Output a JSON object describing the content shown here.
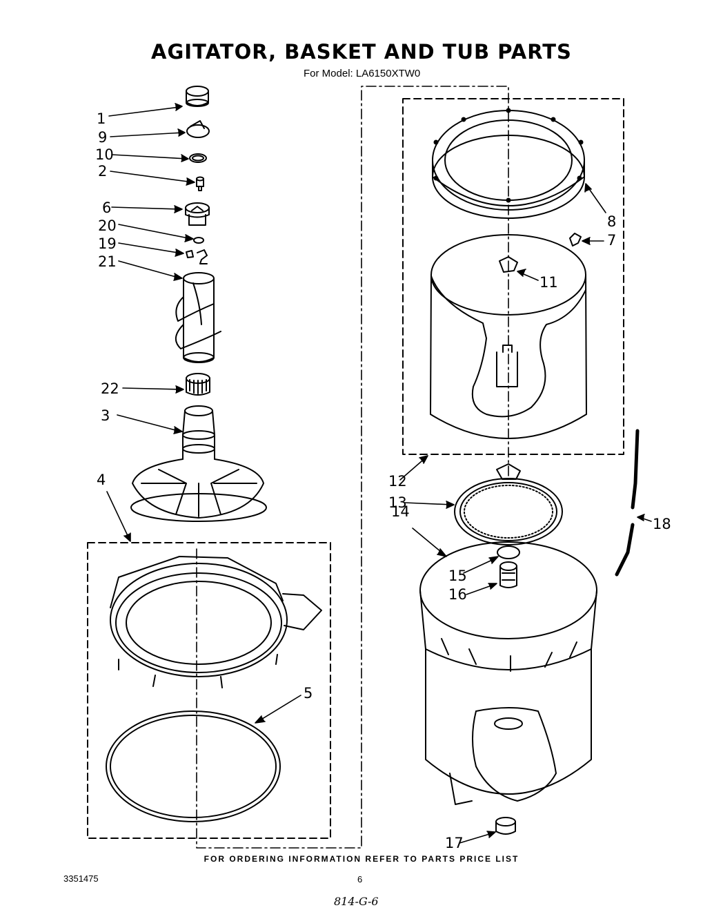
{
  "header": {
    "title": "AGITATOR, BASKET AND TUB PARTS",
    "model": "For Model: LA6150XTW0"
  },
  "callouts": [
    "1",
    "9",
    "10",
    "2",
    "6",
    "20",
    "19",
    "21",
    "22",
    "3",
    "4",
    "5",
    "8",
    "7",
    "11",
    "12",
    "13",
    "14",
    "15",
    "16",
    "17",
    "18"
  ],
  "footer": {
    "ordering_note": "FOR ORDERING INFORMATION REFER TO PARTS PRICE LIST",
    "document_number": "3351475",
    "page_number": "6",
    "handwritten_note": "814-G-6"
  }
}
